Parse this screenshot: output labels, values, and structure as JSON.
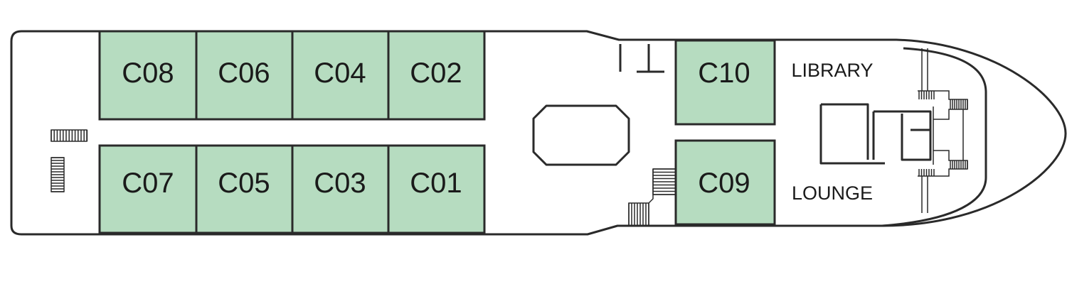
{
  "deck_plan": {
    "cabins": [
      {
        "id": "C08"
      },
      {
        "id": "C06"
      },
      {
        "id": "C04"
      },
      {
        "id": "C02"
      },
      {
        "id": "C07"
      },
      {
        "id": "C05"
      },
      {
        "id": "C03"
      },
      {
        "id": "C01"
      },
      {
        "id": "C10"
      },
      {
        "id": "C09"
      }
    ],
    "areas": {
      "library": "LIBRARY",
      "lounge": "LOUNGE"
    },
    "colors": {
      "cabin_fill": "#b6dcc0",
      "outline": "#2a2a2a",
      "background": "#ffffff"
    }
  }
}
